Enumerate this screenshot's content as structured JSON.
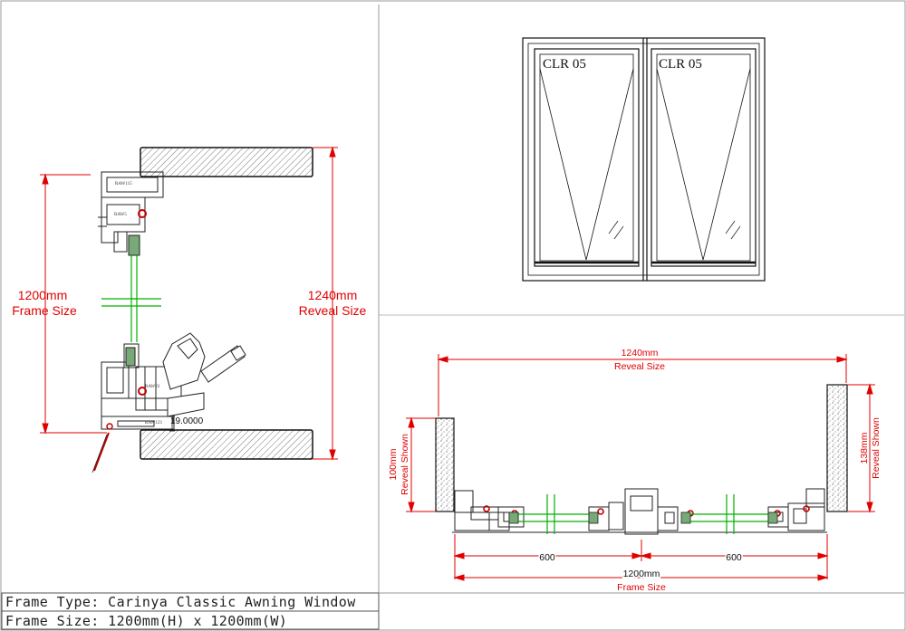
{
  "title_block": {
    "frame_type": "Frame Type:  Carinya  Classic  Awning  Window",
    "frame_size": "Frame Size:  1200mm(H)  x  1200mm(W)"
  },
  "section_vertical": {
    "frame_size_value": "1200mm",
    "frame_size_label": "Frame Size",
    "reveal_size_value": "1240mm",
    "reveal_size_label": "Reveal Size",
    "offset_dim": "19.0000",
    "profile_labels": [
      "RAW115",
      "RAW5",
      "RAW23",
      "RAW123"
    ]
  },
  "elevation": {
    "sash_left_label": "CLR 05",
    "sash_right_label": "CLR 05"
  },
  "section_horizontal": {
    "reveal_size_value": "1240mm",
    "reveal_size_label": "Reveal Size",
    "left_reveal_value": "100mm",
    "left_reveal_label": "Reveal Shown",
    "right_reveal_value": "138mm",
    "right_reveal_label": "Reveal Shown",
    "left_half": "600",
    "right_half": "600",
    "frame_size_value": "1200mm",
    "frame_size_label": "Frame Size"
  },
  "colors": {
    "dimension": "#e00000",
    "glass": "#00b000",
    "seal": "#c00000",
    "outline": "#111111"
  }
}
